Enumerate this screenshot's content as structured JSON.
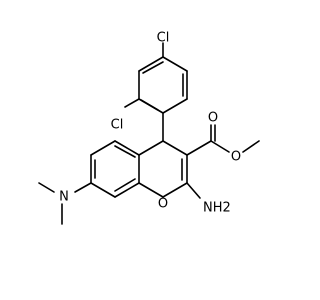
{
  "labels": {
    "cl_top": "Cl",
    "cl_left": "Cl",
    "ester_o_carbonyl": "O",
    "ester_o_methoxy": "O",
    "ring_o": "O",
    "amine_nh2": "NH2",
    "dimethylamino_n": "N"
  }
}
